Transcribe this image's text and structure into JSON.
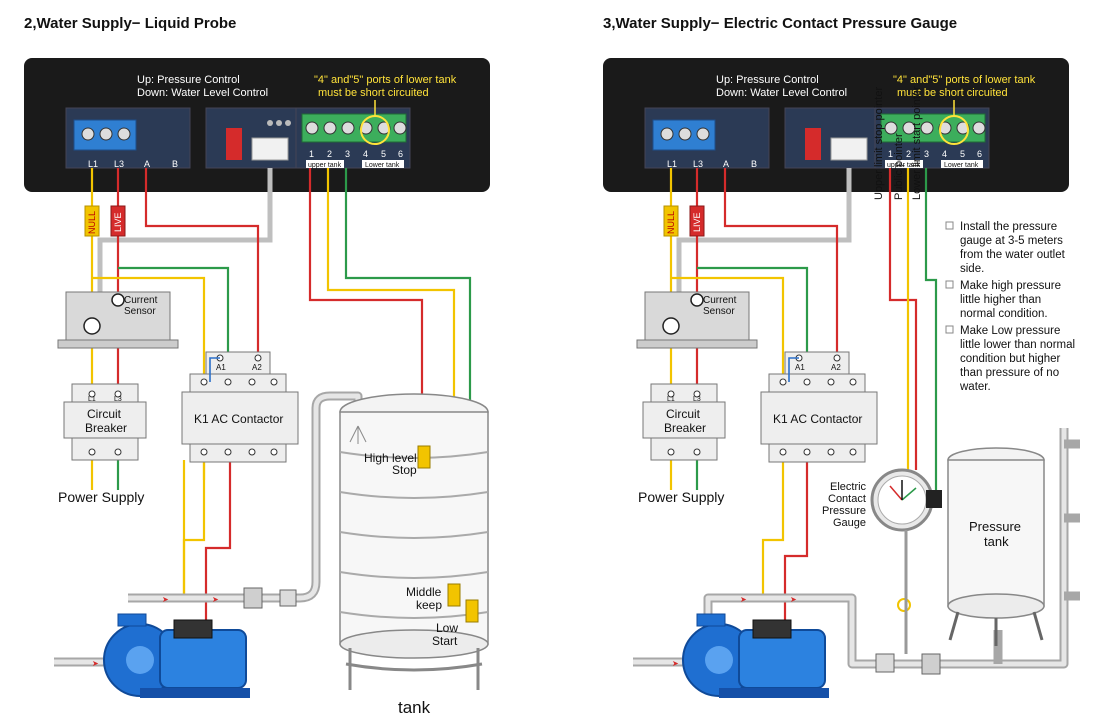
{
  "left": {
    "title": "2,Water Supply− Liquid Probe",
    "control_up": "Up: Pressure Control",
    "control_down": "Down: Water Level Control",
    "note_line1": "\"4\" and\"5\" ports of lower tank",
    "note_line2": "must be short circuited",
    "terminals_left": [
      "L1",
      "L3",
      "A",
      "B"
    ],
    "terminals_right": [
      "1",
      "2",
      "3",
      "4",
      "5",
      "6"
    ],
    "upper_tank": "upper tank",
    "lower_tank": "Lower tank",
    "null_tag": "NULL",
    "live_tag": "LIVE",
    "sensor_line1": "Current",
    "sensor_line2": "Sensor",
    "breaker_line1": "Circuit",
    "breaker_line2": "Breaker",
    "breaker_l1": "L1",
    "breaker_l3": "L3",
    "contactor": "K1 AC Contactor",
    "a1": "A1",
    "a2": "A2",
    "power_supply": "Power Supply",
    "high_level_line1": "High level",
    "high_level_line2": "Stop",
    "middle_line1": "Middle",
    "middle_line2": "keep",
    "low_line1": "Low",
    "low_line2": "Start",
    "tank": "tank"
  },
  "right": {
    "title": "3,Water Supply− Electric Contact Pressure Gauge",
    "control_up": "Up: Pressure Control",
    "control_down": "Down: Water Level Control",
    "note_line1": "\"4\" and\"5\" ports of lower tank",
    "note_line2": "must be short circuited",
    "terminals_left": [
      "L1",
      "L3",
      "A",
      "B"
    ],
    "terminals_right": [
      "1",
      "2",
      "3",
      "4",
      "5",
      "6"
    ],
    "upper_tank": "upper tank",
    "lower_tank": "Lower tank",
    "null_tag": "NULL",
    "live_tag": "LIVE",
    "sensor_line1": "Current",
    "sensor_line2": "Sensor",
    "breaker_line1": "Circuit",
    "breaker_line2": "Breaker",
    "breaker_l1": "L1",
    "breaker_l3": "L3",
    "contactor": "K1 AC Contactor",
    "a1": "A1",
    "a2": "A2",
    "power_supply": "Power Supply",
    "upper_stop": "Upper limit stop pointer",
    "public_pointer": "Public pointer",
    "lower_start": "Lower limit start pointer",
    "instructions": [
      [
        "Install the pressure",
        "gauge at 3-5 meters",
        "from the water outlet",
        "side."
      ],
      [
        "Make high pressure",
        "little higher than",
        "normal condition."
      ],
      [
        "Make Low pressure",
        "little lower than normal",
        "condition but higher",
        "than pressure of no",
        "water."
      ]
    ],
    "gauge_line1": "Electric",
    "gauge_line2": "Contact",
    "gauge_line3": "Pressure",
    "gauge_line4": "Gauge",
    "ptank_line1": "Pressure",
    "ptank_line2": "tank"
  },
  "colors": {
    "panel": "#1a1a1a",
    "wire_yellow": "#f2c400",
    "wire_red": "#d52b2b",
    "wire_green": "#2c9a4a",
    "pump_blue": "#1f6fd1",
    "note_yellow": "#ffe23a"
  }
}
